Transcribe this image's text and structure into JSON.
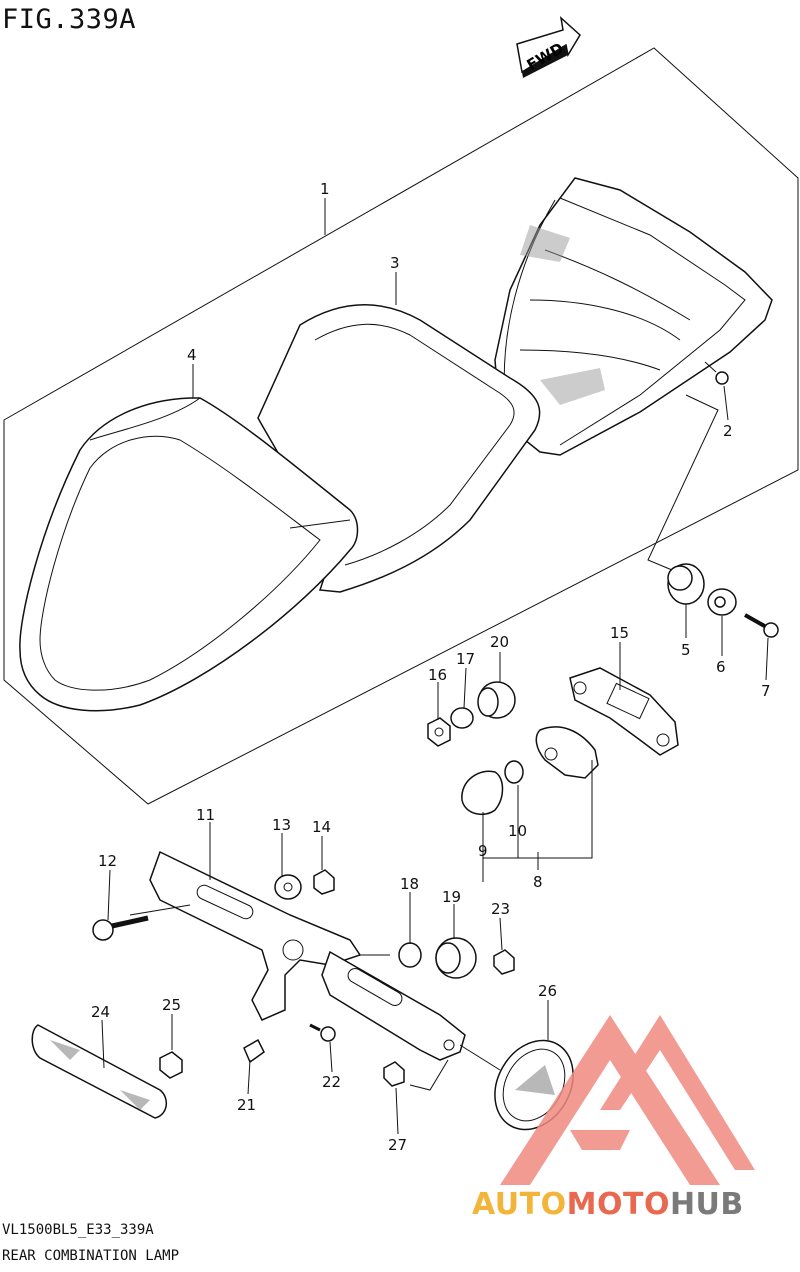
{
  "figure": {
    "title": "FIG.339A",
    "direction_label": "FWD",
    "model_code": "VL1500BL5_E33_339A",
    "caption": "REAR COMBINATION LAMP"
  },
  "callouts": [
    "1",
    "2",
    "3",
    "4",
    "5",
    "6",
    "7",
    "8",
    "9",
    "10",
    "11",
    "12",
    "13",
    "14",
    "15",
    "16",
    "17",
    "18",
    "19",
    "20",
    "21",
    "22",
    "23",
    "24",
    "25",
    "26",
    "27"
  ],
  "watermark": {
    "part1": "AUTO",
    "part2": "MOTO",
    "part3": "HUB",
    "colors": {
      "part1": "#f2b53a",
      "part2": "#e8694f",
      "part3": "#7a7a7a",
      "logo": "#f08a80"
    }
  }
}
